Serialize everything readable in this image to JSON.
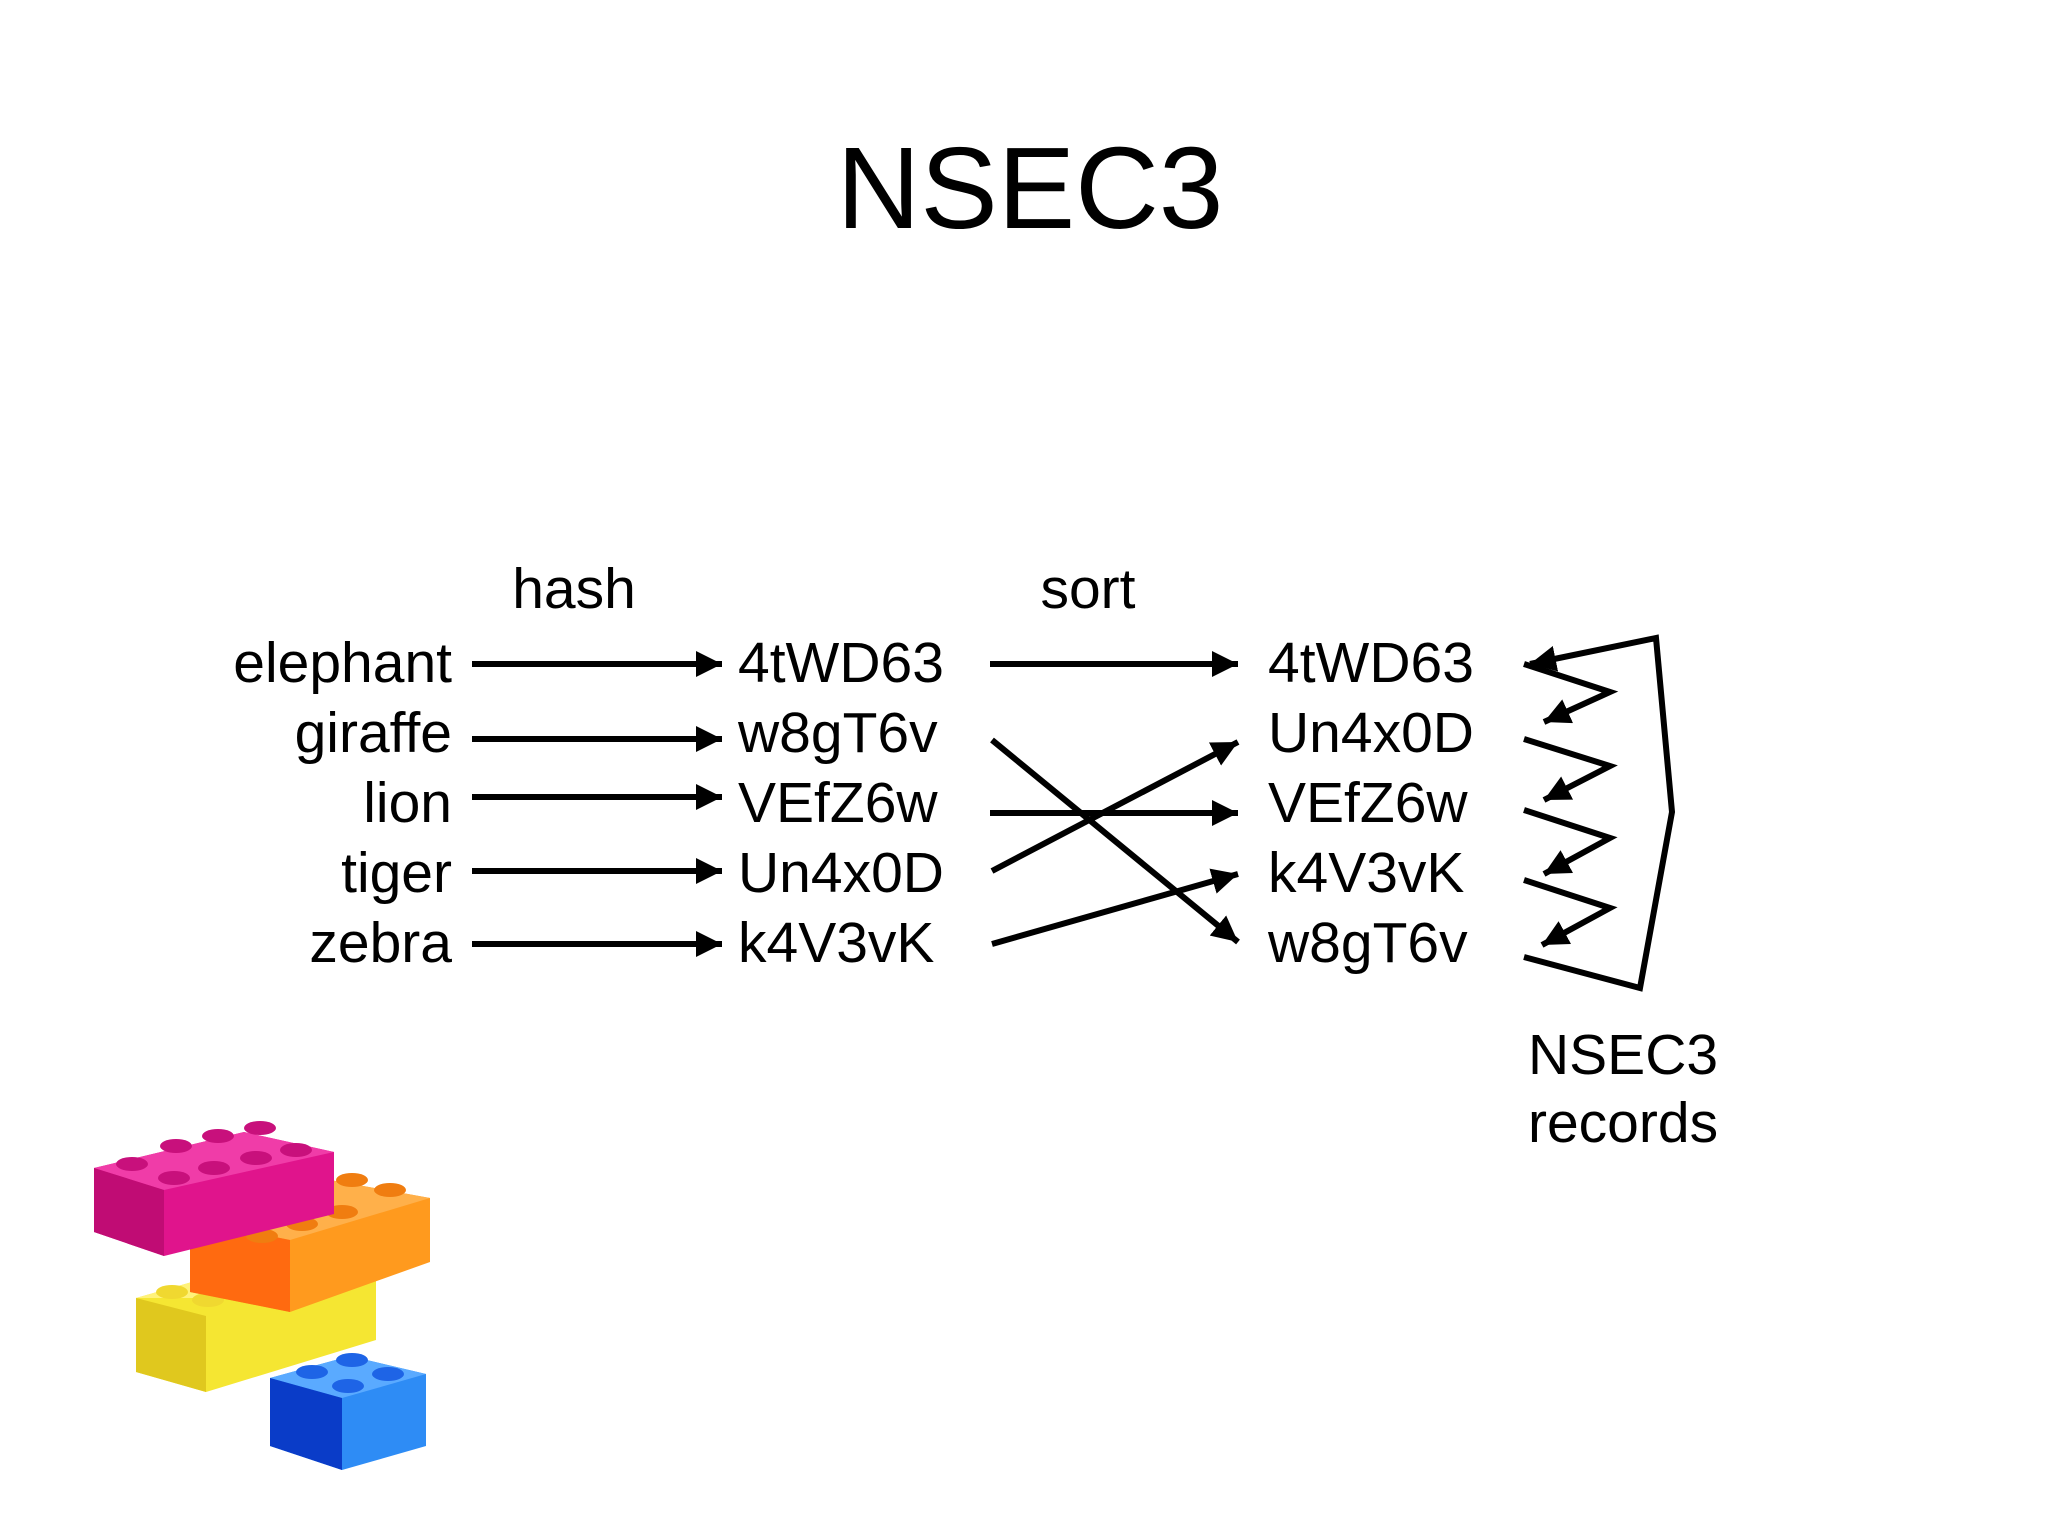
{
  "slide": {
    "title": "NSEC3",
    "step_labels": {
      "hash": "hash",
      "sort": "sort"
    },
    "names": [
      "elephant",
      "giraffe",
      "lion",
      "tiger",
      "zebra"
    ],
    "hashes": [
      "4tWD63",
      "w8gT6v",
      "VEfZ6w",
      "Un4x0D",
      "k4V3vK"
    ],
    "sorted_hashes": [
      "4tWD63",
      "Un4x0D",
      "VEfZ6w",
      "k4V3vK",
      "w8gT6v"
    ],
    "records_caption": {
      "line1": "NSEC3",
      "line2": "records"
    }
  },
  "colors": {
    "ink": "#000000",
    "background": "#ffffff",
    "brick_pink": "#e0148c",
    "brick_orange": "#ff8c14",
    "brick_yellow": "#f5e632",
    "brick_blue": "#1e64e6"
  },
  "icons": {
    "bricks": "toy-bricks-icon"
  }
}
